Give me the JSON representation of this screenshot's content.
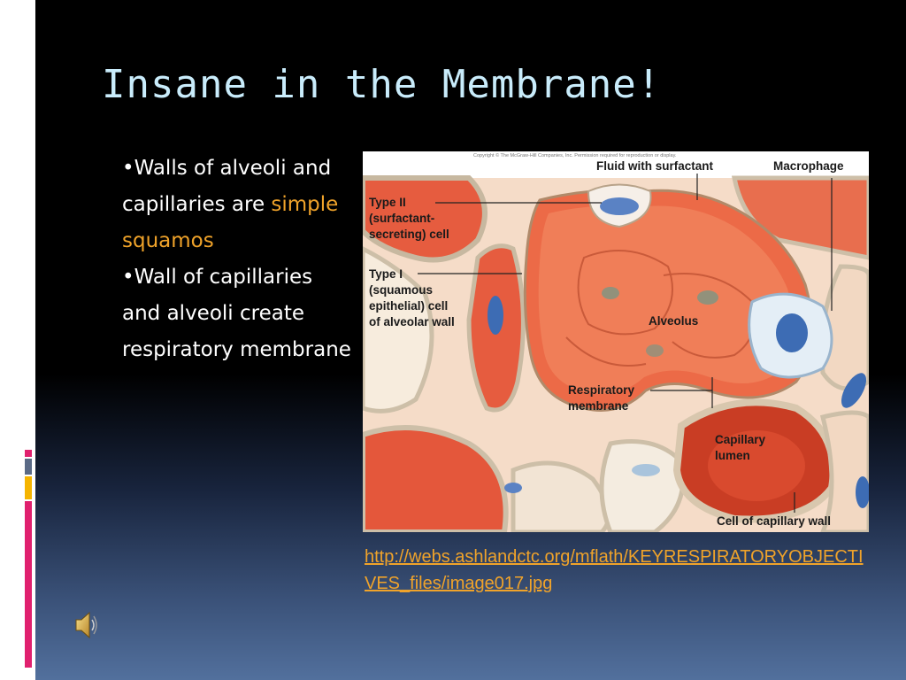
{
  "slide": {
    "title": "Insane in the Membrane!",
    "bullets": [
      {
        "parts": [
          "•Walls of alveoli and capillaries are ",
          "simple squamos"
        ]
      },
      {
        "parts": [
          "•Wall of capillaries and alveoli create respiratory membrane"
        ]
      }
    ],
    "link_text": "http://webs.ashlandctc.org/mflath/KEYRESPIRATORYOBJECTIVES_files/image017.jpg"
  },
  "figure": {
    "copyright": "Copyright © The McGraw-Hill Companies, Inc. Permission required for reproduction or display.",
    "labels": {
      "fluid": "Fluid with surfactant",
      "macrophage": "Macrophage",
      "type2": [
        "Type II",
        "(surfactant-",
        "secreting) cell"
      ],
      "type1": [
        "Type I",
        "(squamous",
        "epithelial) cell",
        "of alveolar wall"
      ],
      "alveolus": "Alveolus",
      "resp": [
        "Respiratory",
        "membrane"
      ],
      "capillary": [
        "Capillary",
        "lumen"
      ],
      "cellwall": "Cell of capillary wall"
    }
  },
  "colors": {
    "title": "#c9ecfb",
    "highlight": "#f0a32a",
    "link": "#f0a32a",
    "accent_pink": "#e0206e",
    "accent_gold": "#f5b400",
    "accent_slate": "#5a6a86"
  },
  "icons": {
    "audio": "speaker-icon"
  }
}
